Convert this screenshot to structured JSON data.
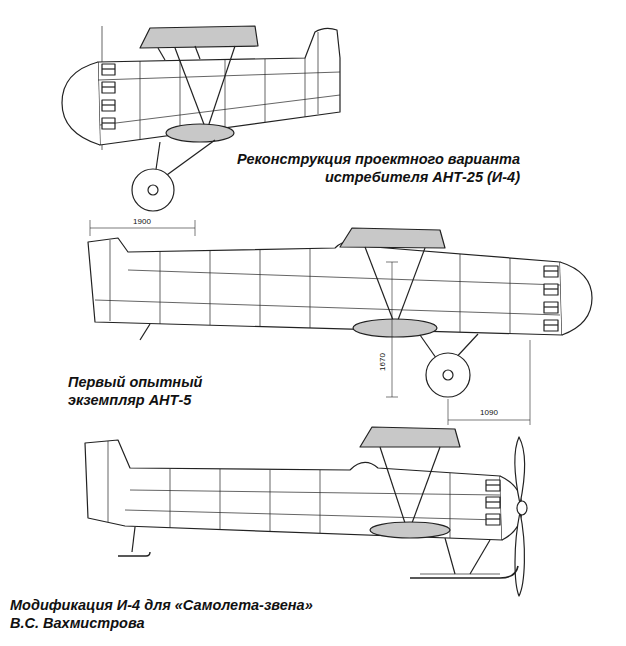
{
  "diagram": {
    "labels": [
      "Реконструкция проектного варианта истребителя АНТ-25 (И-4)",
      "Первый опытный экземпляр АНТ-5",
      "Модификация И-4 для «Самолета-звена» В.С. Вахмистрова",
      "1900",
      "1670",
      "1090"
    ]
  }
}
